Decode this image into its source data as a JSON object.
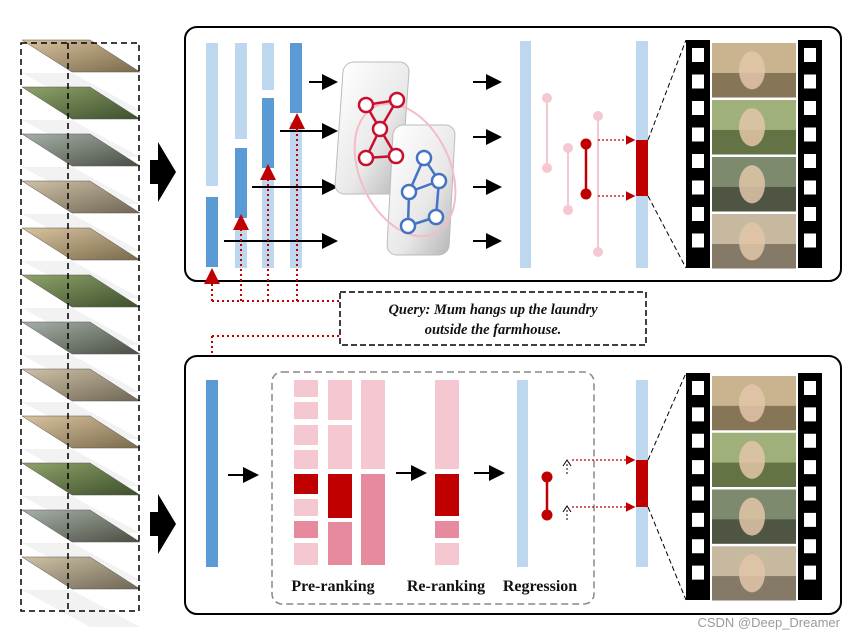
{
  "query": {
    "line1": "Query: Mum hangs up the laundry",
    "line2": "outside the farmhouse."
  },
  "stages": {
    "pre_ranking": "Pre-ranking",
    "re_ranking": "Re-ranking",
    "regression": "Regression"
  },
  "watermark": "CSDN @Deep_Dreamer",
  "colors": {
    "dark_blue": "#5b9bd5",
    "light_blue": "#bdd7ee",
    "dark_red": "#c00000",
    "mid_pink": "#e88a9e",
    "light_pink": "#f4c7d1",
    "graph_red": "#c8102e",
    "graph_blue": "#4472c4",
    "dotted_red": "#c00000"
  }
}
